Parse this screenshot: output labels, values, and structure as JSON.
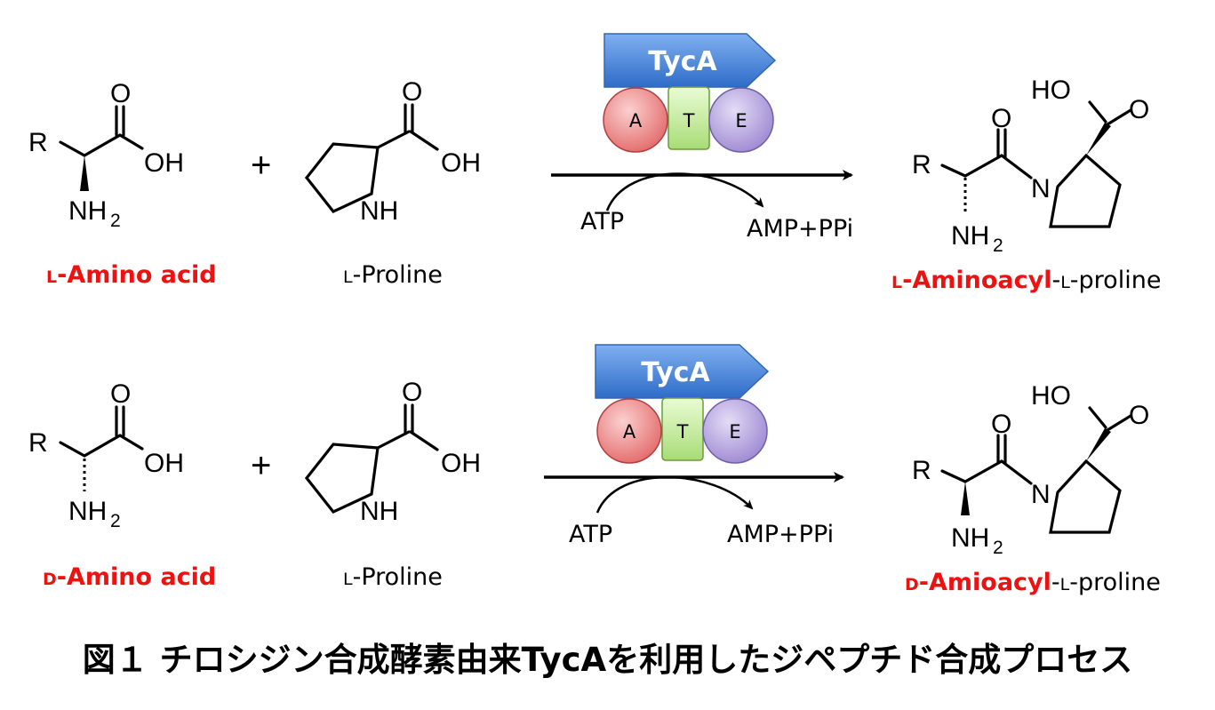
{
  "reactions": [
    {
      "substrate_label": {
        "prefix": "L",
        "text": "-Amino acid"
      },
      "proline_label": {
        "prefix": "L",
        "text": "-Proline"
      },
      "product_label": {
        "prefix": "L",
        "red": "-Aminoacyl",
        "dash": "-",
        "prefix2": "L",
        "rest": "-proline"
      },
      "enzyme": "TycA",
      "domains": [
        "A",
        "T",
        "E"
      ],
      "cofactor_in": "ATP",
      "cofactor_out": "AMP+PPi",
      "plus": "+"
    },
    {
      "substrate_label": {
        "prefix": "D",
        "text": "-Amino acid"
      },
      "proline_label": {
        "prefix": "L",
        "text": "-Proline"
      },
      "product_label": {
        "prefix": "D",
        "red": "-Amioacyl",
        "dash": "-",
        "prefix2": "L",
        "rest": "-proline"
      },
      "enzyme": "TycA",
      "domains": [
        "A",
        "T",
        "E"
      ],
      "cofactor_in": "ATP",
      "cofactor_out": "AMP+PPi",
      "plus": "+"
    }
  ],
  "atoms": {
    "R": "R",
    "O": "O",
    "OH": "OH",
    "NH": "NH",
    "NH2_main": "NH",
    "NH2_sub": "2",
    "N": "N",
    "HO": "HO"
  },
  "colors": {
    "label_red": "#ee1111",
    "tyca_blue": "#3a7bd5",
    "domain_A": "#f08a8a",
    "domain_T": "#c8ec9c",
    "domain_E": "#b8a6e0"
  },
  "caption": "図１ チロシジン合成酵素由来TycAを利用したジペプチド合成プロセス"
}
